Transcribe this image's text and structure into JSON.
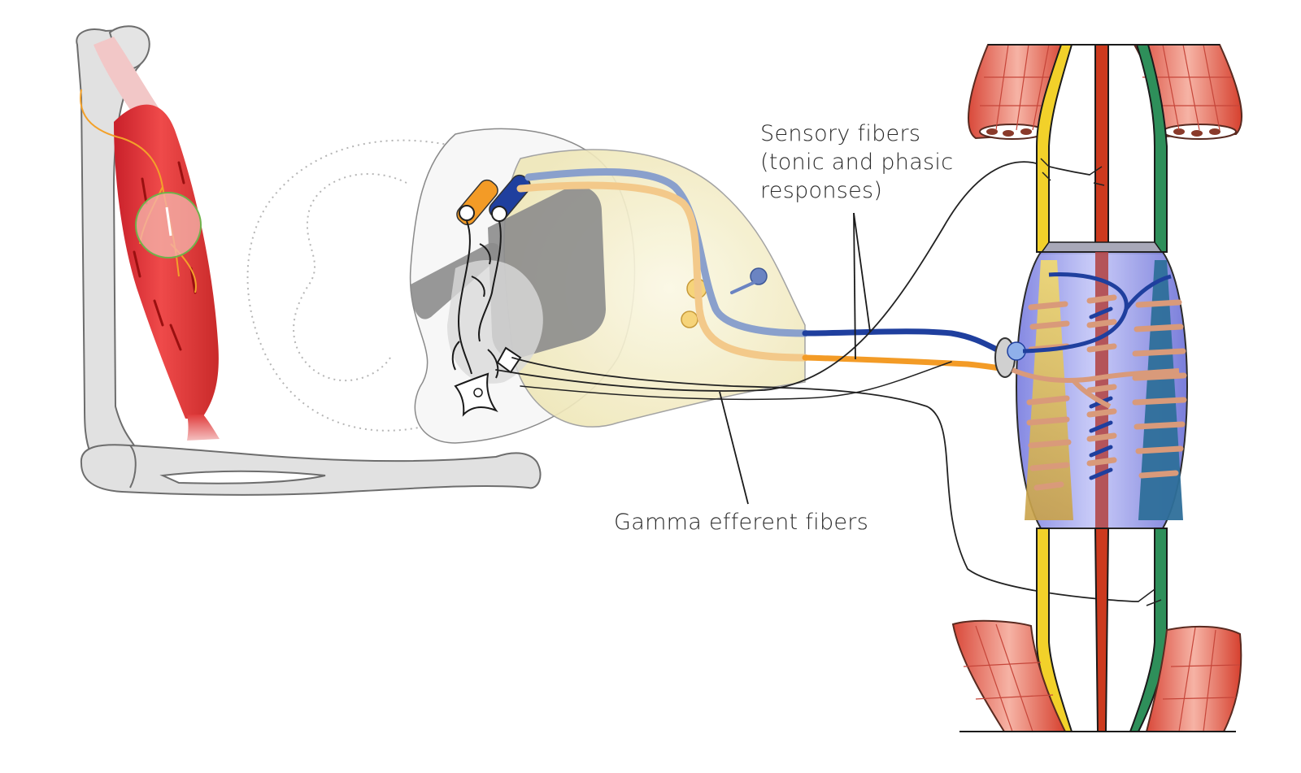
{
  "diagram": {
    "subject": "Muscle spindle reflex circuit",
    "labels": {
      "sensory_fibers": {
        "lines": [
          "Sensory fibers",
          "(tonic and phasic",
          "responses)"
        ]
      },
      "gamma_efferent": {
        "text": "Gamma efferent fibers"
      }
    },
    "components": [
      "arm-bones",
      "biceps-muscle",
      "spinal-cord-cross-section",
      "dorsal-root-ganglion",
      "sensory-fiber-tonic",
      "sensory-fiber-phasic",
      "gamma-motor-fibers",
      "muscle-spindle-capsule",
      "intrafusal-fibers",
      "extrafusal-muscle-fascicles"
    ],
    "colors": {
      "muscle_red": "#e23b3b",
      "bone_gray": "#e0e0e0",
      "sensory_orange": "#f39b26",
      "sensory_blue": "#1f3f9e",
      "spindle_capsule": "#8f93e8",
      "fiber_yellow": "#f2d12a",
      "fiber_red": "#cc3a1e",
      "fiber_green": "#2e8f5a",
      "fascicle_salmon": "#e8786a",
      "cord_yellow": "#f5f0cf",
      "gray_matter": "#8a8a8a"
    }
  }
}
